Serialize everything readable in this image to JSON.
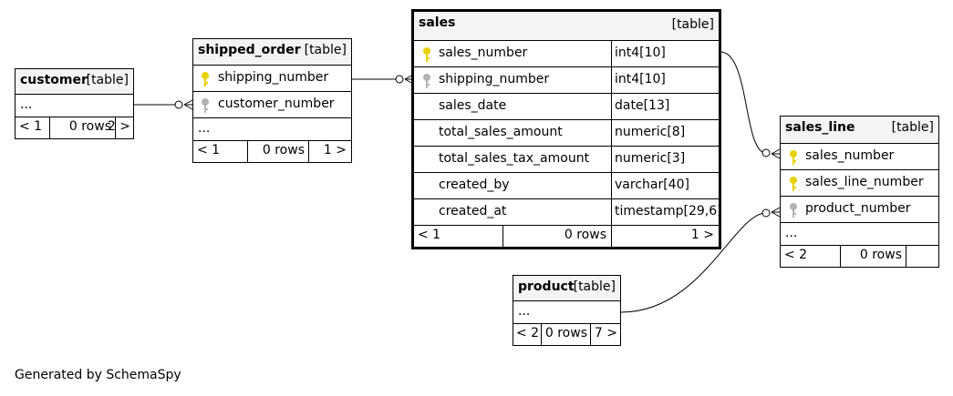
{
  "tables": {
    "customer": {
      "name": "customer",
      "tag": "[table]",
      "ellipsis": "...",
      "footer": {
        "prev": "< 1",
        "rows": "0 rows",
        "next": "2 >"
      }
    },
    "shipped_order": {
      "name": "shipped_order",
      "tag": "[table]",
      "columns": [
        {
          "name": "shipping_number",
          "key": "primary"
        },
        {
          "name": "customer_number",
          "key": "foreign"
        }
      ],
      "ellipsis": "...",
      "footer": {
        "prev": "< 1",
        "rows": "0 rows",
        "next": "1 >"
      }
    },
    "sales": {
      "name": "sales",
      "tag": "[table]",
      "columns": [
        {
          "name": "sales_number",
          "type": "int4[10]",
          "key": "primary"
        },
        {
          "name": "shipping_number",
          "type": "int4[10]",
          "key": "foreign"
        },
        {
          "name": "sales_date",
          "type": "date[13]",
          "key": "none"
        },
        {
          "name": "total_sales_amount",
          "type": "numeric[8]",
          "key": "none"
        },
        {
          "name": "total_sales_tax_amount",
          "type": "numeric[3]",
          "key": "none"
        },
        {
          "name": "created_by",
          "type": "varchar[40]",
          "key": "none"
        },
        {
          "name": "created_at",
          "type": "timestamp[29,6]",
          "key": "none"
        }
      ],
      "footer": {
        "prev": "< 1",
        "rows": "0 rows",
        "next": "1 >"
      }
    },
    "sales_line": {
      "name": "sales_line",
      "tag": "[table]",
      "columns": [
        {
          "name": "sales_number",
          "key": "primary"
        },
        {
          "name": "sales_line_number",
          "key": "primary"
        },
        {
          "name": "product_number",
          "key": "foreign"
        }
      ],
      "ellipsis": "...",
      "footer": {
        "prev": "< 2",
        "rows": "0 rows"
      }
    },
    "product": {
      "name": "product",
      "tag": "[table]",
      "ellipsis": "...",
      "footer": {
        "prev": "< 2",
        "rows": "0 rows",
        "next": "7 >"
      }
    }
  },
  "key_colors": {
    "primary": "#e8d100",
    "foreign": "#b3b3b3"
  },
  "credit": "Generated by SchemaSpy"
}
